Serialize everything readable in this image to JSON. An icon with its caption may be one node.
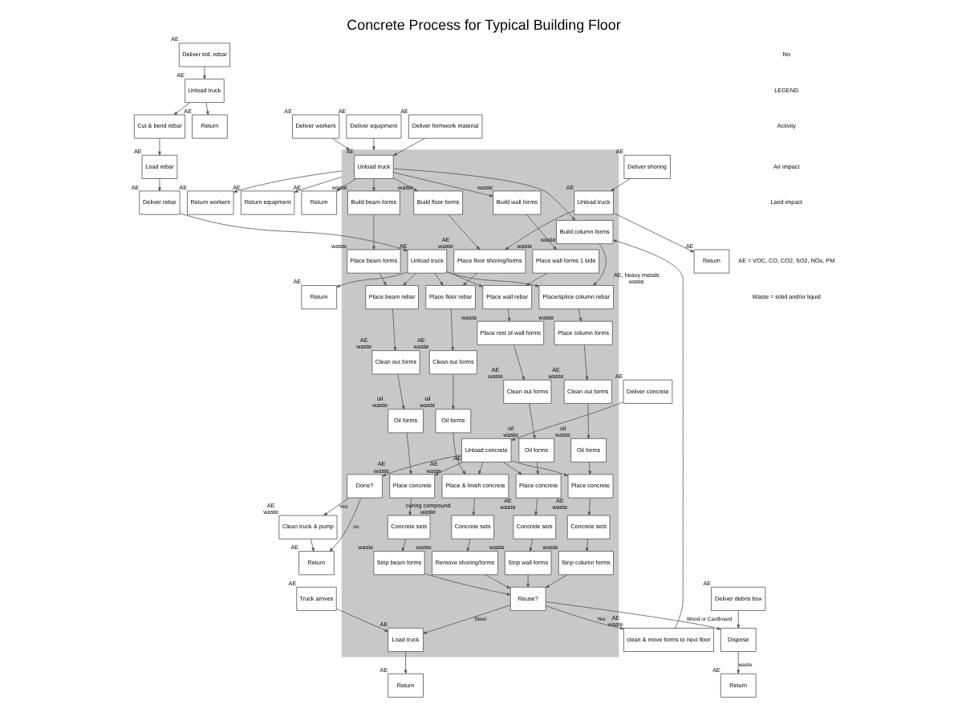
{
  "diagram": {
    "title": "Concrete Process for Typical Building Floor",
    "nodes": [
      {
        "text": [
          "Deliver formwork material"
        ],
        "beside": [
          "AE"
        ]
      },
      {
        "text": [
          "Return"
        ],
        "beside": [
          "AE"
        ]
      },
      {
        "text": [
          "Deliver std. rebar"
        ],
        "beside": [
          "AE"
        ]
      },
      {
        "text": [
          "Return"
        ],
        "beside": [
          "AE"
        ]
      },
      {
        "text": [
          "Unload truck"
        ],
        "beside": [
          "AE"
        ]
      },
      {
        "text": [
          "Cut & bend rebar"
        ]
      },
      {
        "text": [
          "Load rebar"
        ],
        "beside": [
          "AE"
        ]
      },
      {
        "text": [
          "Deliver rebar"
        ],
        "beside": [
          "AE"
        ]
      },
      {
        "text": [
          "Return"
        ],
        "beside": [
          "AE"
        ]
      },
      {
        "text": [
          "Deliver shoring"
        ],
        "beside": [
          "AE"
        ]
      },
      {
        "text": [
          "Return"
        ],
        "beside": [
          "AE"
        ]
      },
      {
        "text": [],
        "shape": "box"
      },
      {
        "text": [
          "Unload truck"
        ],
        "beside": [
          "AE"
        ],
        "in": 11
      },
      {
        "text": [
          "Unload truck"
        ],
        "beside": [
          "AE"
        ],
        "in": 11
      },
      {
        "text": [
          "Unload truck"
        ],
        "beside": [
          "AE"
        ],
        "in": 11
      },
      {
        "text": [
          "Build column forms"
        ],
        "beside": [
          "waste"
        ],
        "in": 11
      },
      {
        "text": [
          "Place/splice column rebar"
        ],
        "beside": [
          "AE, heavy metals",
          "waste"
        ],
        "in": 11
      },
      {
        "text": [
          "Place column forms"
        ],
        "beside": [
          "waste"
        ],
        "in": 11
      },
      {
        "text": [
          "Clean out forms"
        ],
        "beside": [
          "AE",
          "waste"
        ],
        "in": 11
      },
      {
        "text": [
          "Oil forms"
        ],
        "beside": [
          "oil",
          "waste"
        ],
        "in": 11
      },
      {
        "text": [
          "Place concrete"
        ],
        "beside": [
          "AE",
          "waste"
        ],
        "in": 11
      },
      {
        "text": [
          "Concrete sets"
        ],
        "in": 11
      },
      {
        "text": [
          "Strip column forms"
        ],
        "beside": [
          "waste"
        ],
        "in": 11
      },
      {
        "text": [
          "Build wall forms"
        ],
        "beside": [
          "waste"
        ],
        "in": 11
      },
      {
        "text": [
          "Place wall forms 1 side"
        ],
        "beside": [
          "waste"
        ],
        "in": 11
      },
      {
        "text": [
          "Place wall rebar"
        ],
        "in": 11
      },
      {
        "text": [
          "Place rest of wall forms"
        ],
        "beside": [
          "waste"
        ],
        "in": 11
      },
      {
        "text": [
          "Clean out forms"
        ],
        "beside": [
          "AE",
          "waste"
        ],
        "in": 11
      },
      {
        "text": [
          "Oil forms"
        ],
        "beside": [
          "oil",
          "waste"
        ],
        "in": 11
      },
      {
        "text": [
          "Place concrete"
        ],
        "beside": [
          "AE",
          "waste"
        ],
        "in": 11
      },
      {
        "text": [
          "Concrete sets"
        ],
        "in": 11
      },
      {
        "text": [
          "Strip wall forms"
        ],
        "beside": [
          "waste"
        ],
        "in": 11
      },
      {
        "text": [
          "Build beam forms"
        ],
        "beside": [
          "waste"
        ],
        "in": 11
      },
      {
        "text": [
          "Place beam forms"
        ],
        "beside": [
          "waste"
        ],
        "in": 11
      },
      {
        "text": [
          "Place beam rebar"
        ],
        "in": 11
      },
      {
        "text": [
          "Clean out forms"
        ],
        "beside": [
          "AE",
          "waste"
        ],
        "in": 11
      },
      {
        "text": [
          "Oil forms"
        ],
        "beside": [
          "oil",
          "waste"
        ],
        "in": 11
      },
      {
        "text": [
          "Place concrete"
        ],
        "beside": [
          "AE",
          "waste"
        ],
        "in": 11
      },
      {
        "text": [
          "Concrete sets"
        ],
        "in": 11
      },
      {
        "text": [
          "Strip beam forms"
        ],
        "beside": [
          "waste"
        ],
        "in": 11
      },
      {
        "text": [
          "Build floor forms"
        ],
        "beside": [
          "waste"
        ],
        "in": 11
      },
      {
        "text": [
          "Place floor shoring/forms"
        ],
        "beside": [
          "AE",
          "waste"
        ],
        "in": 11
      },
      {
        "text": [
          "Place floor rebar"
        ],
        "in": 11
      },
      {
        "text": [
          "Clean out forms"
        ],
        "beside": [
          "AE",
          "waste"
        ],
        "in": 11
      },
      {
        "text": [
          "Oil forms"
        ],
        "beside": [
          "oil",
          "waste"
        ],
        "in": 11
      },
      {
        "text": [
          "Place & finish concrete"
        ],
        "beside": [
          "AE",
          "waste"
        ],
        "in": 11
      },
      {
        "text": [
          "Concrete sets"
        ],
        "beside": [
          "curing compound",
          "waste"
        ],
        "in": 11
      },
      {
        "text": [
          "Remove shoring/forms"
        ],
        "beside": [
          "waste"
        ],
        "in": 11
      },
      {
        "text": [
          "Reuse?"
        ],
        "in": 11
      },
      {
        "text": [
          "Load truck"
        ],
        "beside": [
          "AE"
        ],
        "in": 11
      },
      {
        "text": [
          "Clean truck & pump"
        ],
        "beside": [
          "AE",
          "waste"
        ]
      },
      {
        "text": [
          "Return"
        ],
        "beside": [
          "AE"
        ]
      },
      {
        "text": [
          "Done?"
        ],
        "in": 11
      },
      {
        "text": [
          "Unload concrete"
        ],
        "beside": [
          "AE"
        ],
        "in": 11
      },
      {
        "text": [
          "Deliver debris box"
        ],
        "beside": [
          "AE"
        ]
      },
      {
        "text": [
          "Dispose"
        ]
      },
      {
        "text": [
          "Return"
        ],
        "beside": [
          "AE"
        ]
      },
      {
        "text": [
          "Truck arrives"
        ],
        "beside": [
          "AE"
        ]
      },
      {
        "text": [
          "Return"
        ],
        "beside": [
          "AE"
        ]
      },
      {
        "text": [
          "Deliver workers"
        ],
        "beside": [
          "AE"
        ]
      },
      {
        "text": [
          "Return workers"
        ],
        "beside": [
          "AE"
        ]
      },
      {
        "text": [
          "Deliver equipment"
        ],
        "beside": [
          "AE"
        ]
      },
      {
        "text": [
          "Return equipment"
        ],
        "beside": [
          "AE"
        ]
      },
      {
        "text": [
          "Deliver concrete"
        ],
        "beside": [
          "AE"
        ]
      },
      {
        "text": [
          "clean & move forms to next floor"
        ],
        "beside": [
          "AE",
          "waste"
        ]
      }
    ],
    "edges": [
      {
        "from": 0,
        "to": 12,
        "arrow": "to"
      },
      {
        "from": 12,
        "to": 1,
        "arrow": "to"
      },
      {
        "from": 2,
        "to": 4,
        "arrow": "to"
      },
      {
        "from": 4,
        "to": 3,
        "arrow": "to"
      },
      {
        "from": 4,
        "to": 5,
        "arrow": "to"
      },
      {
        "from": 5,
        "to": 6,
        "arrow": "to"
      },
      {
        "from": 6,
        "to": 7,
        "arrow": "to"
      },
      {
        "from": 7,
        "to": 13,
        "arrow": "to"
      },
      {
        "from": 13,
        "to": 8,
        "arrow": "to"
      },
      {
        "from": 9,
        "to": 14,
        "arrow": "to"
      },
      {
        "from": 14,
        "to": 10,
        "arrow": "to"
      },
      {
        "from": 12,
        "to": 15,
        "arrow": "to"
      },
      {
        "from": 12,
        "to": 23,
        "arrow": "to"
      },
      {
        "from": 12,
        "to": 32,
        "arrow": "to"
      },
      {
        "from": 12,
        "to": 40,
        "arrow": "to"
      },
      {
        "from": 13,
        "to": 16,
        "arrow": "to"
      },
      {
        "from": 13,
        "to": 25,
        "arrow": "to"
      },
      {
        "from": 13,
        "to": 34,
        "arrow": "to"
      },
      {
        "from": 13,
        "to": 42,
        "arrow": "to"
      },
      {
        "from": 14,
        "to": 41,
        "arrow": "to"
      },
      {
        "from": 15,
        "to": 16,
        "arrow": "to"
      },
      {
        "from": 16,
        "to": 17,
        "arrow": "to"
      },
      {
        "from": 17,
        "to": 18,
        "arrow": "to"
      },
      {
        "from": 18,
        "to": 19,
        "arrow": "to"
      },
      {
        "from": 19,
        "to": 20,
        "arrow": "to"
      },
      {
        "from": 20,
        "to": 21,
        "arrow": "to"
      },
      {
        "from": 21,
        "to": 22,
        "arrow": "to"
      },
      {
        "from": 23,
        "to": 24,
        "arrow": "to"
      },
      {
        "from": 24,
        "to": 25,
        "arrow": "to"
      },
      {
        "from": 25,
        "to": 26,
        "arrow": "to"
      },
      {
        "from": 26,
        "to": 27,
        "arrow": "to"
      },
      {
        "from": 27,
        "to": 28,
        "arrow": "to"
      },
      {
        "from": 28,
        "to": 29,
        "arrow": "to"
      },
      {
        "from": 29,
        "to": 30,
        "arrow": "to"
      },
      {
        "from": 30,
        "to": 31,
        "arrow": "to"
      },
      {
        "from": 32,
        "to": 33,
        "arrow": "to"
      },
      {
        "from": 33,
        "to": 34,
        "arrow": "to"
      },
      {
        "from": 34,
        "to": 35,
        "arrow": "to"
      },
      {
        "from": 35,
        "to": 36,
        "arrow": "to"
      },
      {
        "from": 36,
        "to": 37,
        "arrow": "to"
      },
      {
        "from": 37,
        "to": 38,
        "arrow": "to"
      },
      {
        "from": 38,
        "to": 39,
        "arrow": "to"
      },
      {
        "from": 40,
        "to": 41,
        "arrow": "to"
      },
      {
        "from": 41,
        "to": 42,
        "arrow": "to"
      },
      {
        "from": 42,
        "to": 43,
        "arrow": "to"
      },
      {
        "from": 43,
        "to": 44,
        "arrow": "to"
      },
      {
        "from": 44,
        "to": 45,
        "arrow": "to"
      },
      {
        "from": 45,
        "to": 46,
        "arrow": "to"
      },
      {
        "from": 46,
        "to": 47,
        "arrow": "to"
      },
      {
        "from": 63,
        "to": 53,
        "arrow": "to"
      },
      {
        "from": 53,
        "to": 20,
        "arrow": "to"
      },
      {
        "from": 53,
        "to": 29,
        "arrow": "to"
      },
      {
        "from": 53,
        "to": 37,
        "arrow": "to"
      },
      {
        "from": 53,
        "to": 45,
        "arrow": "to"
      },
      {
        "from": 53,
        "to": 52,
        "arrow": "to"
      },
      {
        "from": 52,
        "to": 50,
        "arrow": "to",
        "label": "Yes"
      },
      {
        "from": 52,
        "to": 51,
        "arrow": "to",
        "label": "no"
      },
      {
        "from": 50,
        "to": 51,
        "arrow": "to"
      },
      {
        "from": 22,
        "to": 48,
        "arrow": "to"
      },
      {
        "from": 31,
        "to": 48,
        "arrow": "to"
      },
      {
        "from": 39,
        "to": 48,
        "arrow": "to"
      },
      {
        "from": 47,
        "to": 48,
        "arrow": "to"
      },
      {
        "from": 48,
        "to": 64,
        "arrow": "to",
        "label": "Yes"
      },
      {
        "from": 64,
        "to": 15,
        "arrow": "to"
      },
      {
        "from": 48,
        "to": 49,
        "arrow": "to",
        "label": "Steel"
      },
      {
        "from": 48,
        "to": 55,
        "arrow": "to",
        "label": "Wood or Cardboard"
      },
      {
        "from": 57,
        "to": 49,
        "arrow": "to"
      },
      {
        "from": 49,
        "to": 58,
        "arrow": "to"
      },
      {
        "from": 54,
        "to": 55,
        "arrow": "to"
      },
      {
        "from": 55,
        "to": 56,
        "arrow": "to",
        "label": "waste"
      },
      {
        "from": 59,
        "to": 11,
        "arrow": "to"
      },
      {
        "from": 11,
        "to": 60,
        "arrow": "to"
      },
      {
        "from": 61,
        "to": 11,
        "arrow": "to"
      },
      {
        "from": 11,
        "to": 62,
        "arrow": "to"
      }
    ],
    "labels": [
      "No",
      "LEGEND",
      "Activity",
      "Air impact",
      "Land impact",
      "AE = VOC, CO, CO2, SO2, NOx, PM",
      "Waste = solid and/or liquid"
    ]
  }
}
